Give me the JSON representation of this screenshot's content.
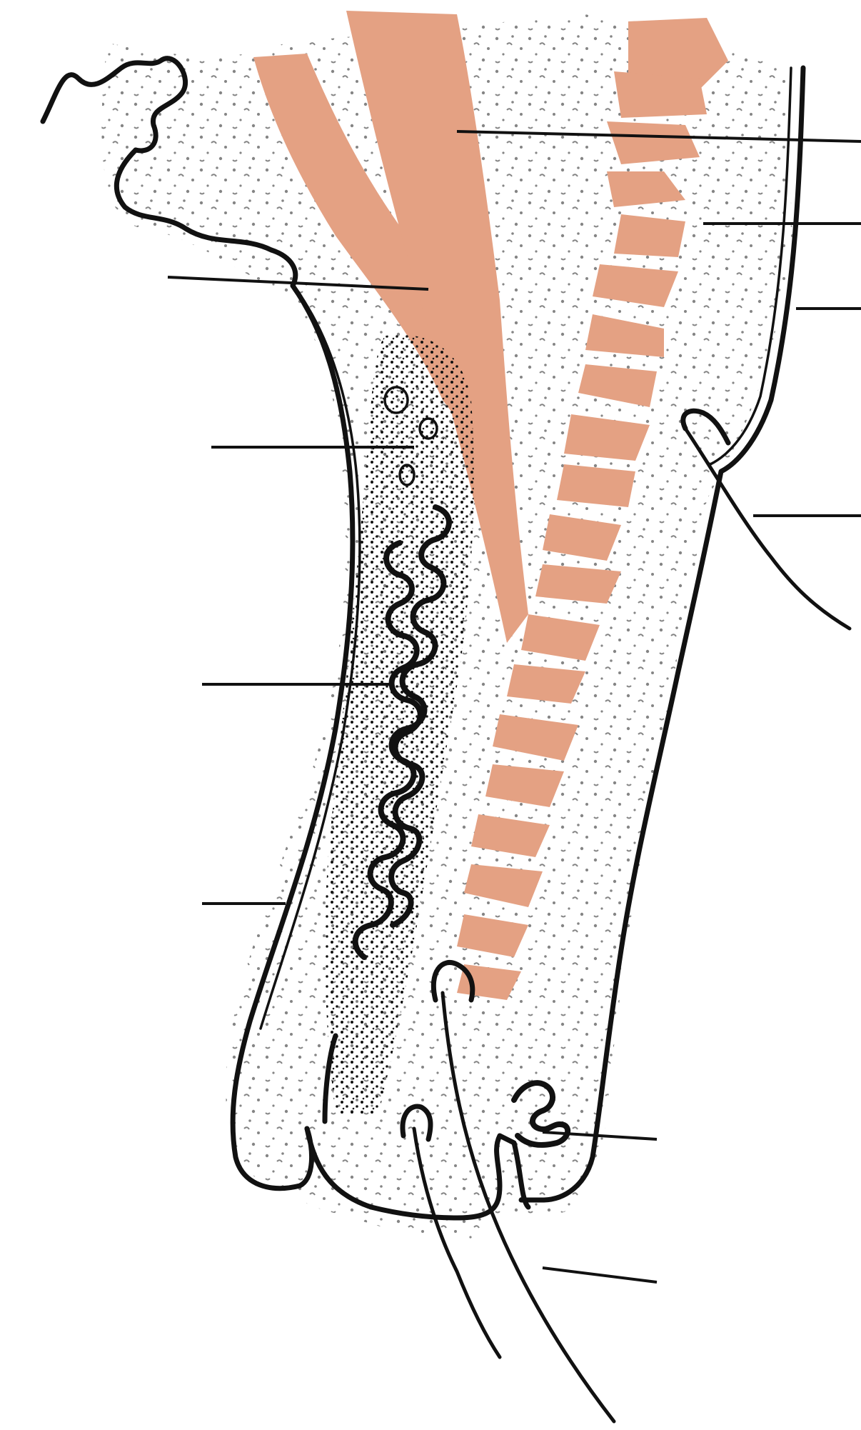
{
  "diagram": {
    "colors": {
      "muscle": "#E4A183",
      "ink": "#111111",
      "background": "#FFFFFF"
    },
    "labels": [
      {
        "id": "leader-1",
        "text": ""
      },
      {
        "id": "leader-2",
        "text": ""
      },
      {
        "id": "leader-3",
        "text": ""
      },
      {
        "id": "leader-4",
        "text": ""
      },
      {
        "id": "leader-5",
        "text": ""
      },
      {
        "id": "leader-6",
        "text": ""
      },
      {
        "id": "leader-7",
        "text": ""
      },
      {
        "id": "leader-8",
        "text": ""
      },
      {
        "id": "leader-9",
        "text": ""
      },
      {
        "id": "leader-10",
        "text": ""
      },
      {
        "id": "leader-11",
        "text": ""
      }
    ]
  }
}
